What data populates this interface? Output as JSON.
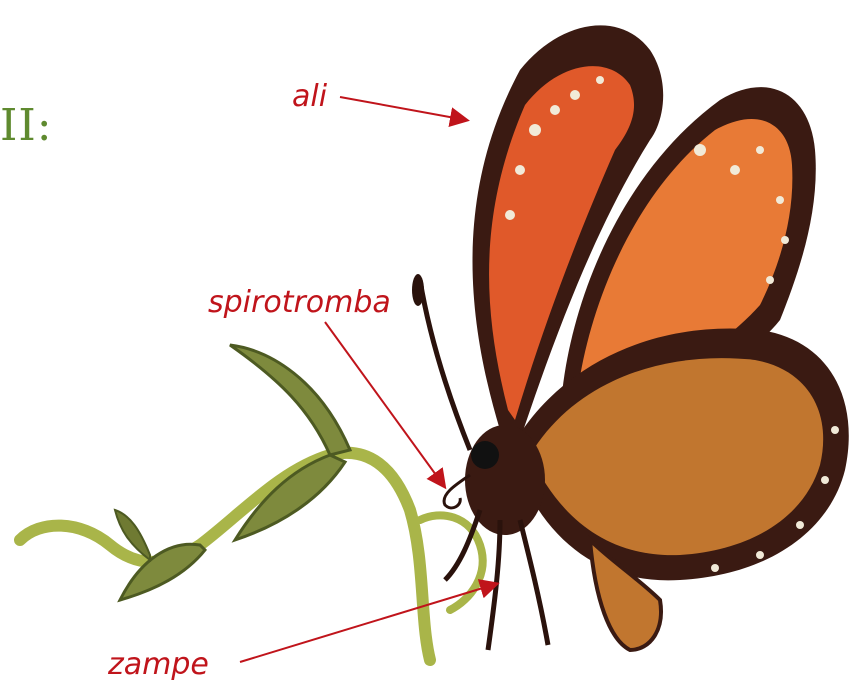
{
  "title_fragment": "II:",
  "labels": {
    "wings": "ali",
    "proboscis": "spirotromba",
    "legs": "zampe"
  },
  "colors": {
    "label": "#c0141b",
    "title": "#5f8a2f",
    "wing_orange": "#e0592a",
    "wing_brown": "#c1762f",
    "wing_border": "#3a1a12",
    "stem": "#a9b549",
    "leaf": "#7e8a3d"
  },
  "icons": [
    "butterfly-illustration",
    "plant-stem-illustration"
  ]
}
